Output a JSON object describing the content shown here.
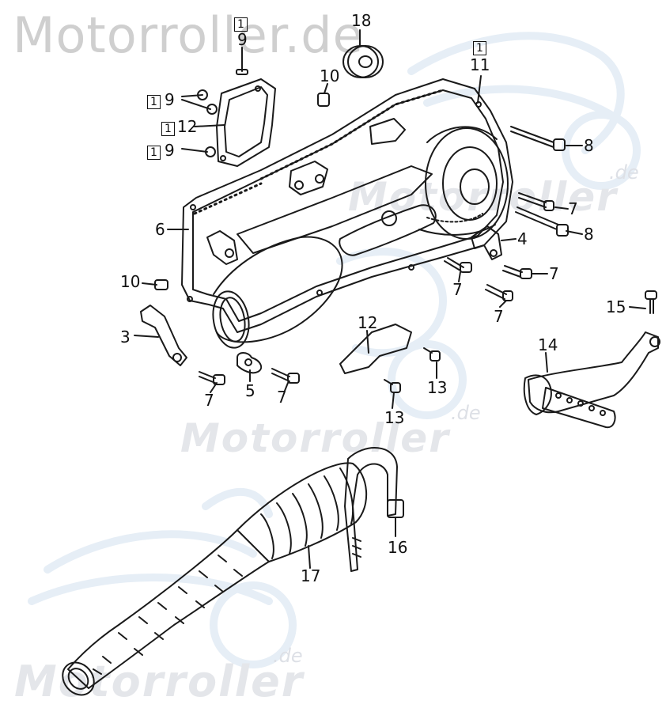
{
  "watermark": {
    "site_title": "Motorroller.de",
    "logo_text": "Motorroller",
    "logo_tld": ".de"
  },
  "callouts": [
    {
      "id": "c18",
      "label": "18"
    },
    {
      "id": "c9a",
      "label": "9",
      "boxed": "1"
    },
    {
      "id": "c10a",
      "label": "10"
    },
    {
      "id": "c11",
      "label": "11",
      "boxed": "1"
    },
    {
      "id": "c9b",
      "label": "9",
      "boxed": "1"
    },
    {
      "id": "c12a",
      "label": "12",
      "boxed": "1"
    },
    {
      "id": "c9c",
      "label": "9",
      "boxed": "1"
    },
    {
      "id": "c8a",
      "label": "8"
    },
    {
      "id": "c7a",
      "label": "7"
    },
    {
      "id": "c8b",
      "label": "8"
    },
    {
      "id": "c6",
      "label": "6"
    },
    {
      "id": "c4",
      "label": "4"
    },
    {
      "id": "c10b",
      "label": "10"
    },
    {
      "id": "c7b",
      "label": "7"
    },
    {
      "id": "c7c",
      "label": "7"
    },
    {
      "id": "c7d",
      "label": "7"
    },
    {
      "id": "c15",
      "label": "15"
    },
    {
      "id": "c3",
      "label": "3"
    },
    {
      "id": "c12b",
      "label": "12"
    },
    {
      "id": "c14",
      "label": "14"
    },
    {
      "id": "c7e",
      "label": "7"
    },
    {
      "id": "c5",
      "label": "5"
    },
    {
      "id": "c7f",
      "label": "7"
    },
    {
      "id": "c13a",
      "label": "13"
    },
    {
      "id": "c13b",
      "label": "13"
    },
    {
      "id": "c16",
      "label": "16"
    },
    {
      "id": "c17",
      "label": "17"
    }
  ],
  "colors": {
    "line": "#1a1a1a",
    "watermark_text": "#cfcfcf",
    "watermark_logo": "#e4e6ea",
    "watermark_scooter": "#e6eef6"
  }
}
